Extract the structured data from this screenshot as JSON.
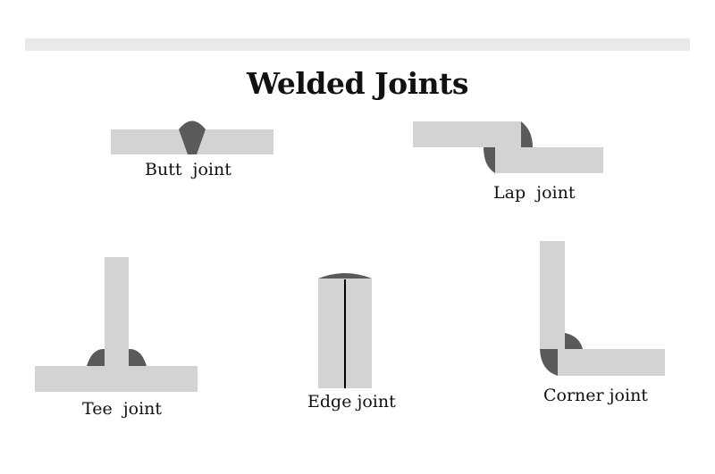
{
  "title": "Welded Joints",
  "joints": {
    "butt": "Butt  joint",
    "lap": "Lap  joint",
    "tee": "Tee  joint",
    "edge": "Edge joint",
    "corner": "Corner joint"
  },
  "colors": {
    "plate": "#d3d3d3",
    "weld": "#5a5a5a",
    "seam": "#000000",
    "bar": "#e9e9e9"
  }
}
